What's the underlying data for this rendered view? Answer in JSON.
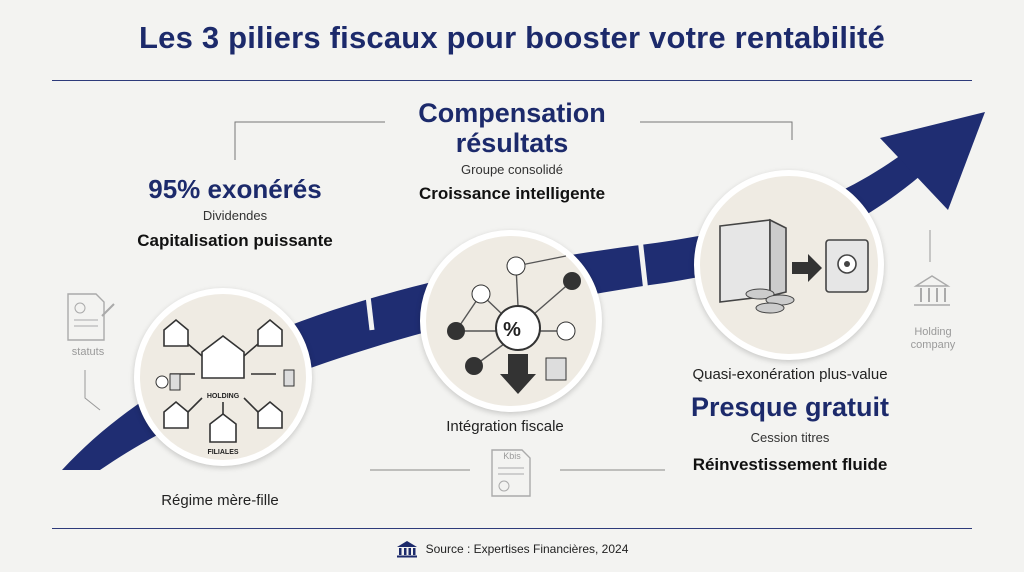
{
  "title": "Les 3 piliers fiscaux pour booster votre rentabilité",
  "pillar_left": {
    "headline": "95% exonérés",
    "sub": "Dividendes",
    "tagline": "Capitalisation puissante",
    "caption": "Régime mère-fille",
    "icon_holding": "HOLDING",
    "icon_filiales": "FILIALES"
  },
  "pillar_center": {
    "headline_line1": "Compensation",
    "headline_line2": "résultats",
    "sub": "Groupe consolidé",
    "tagline": "Croissance intelligente",
    "caption": "Intégration fiscale"
  },
  "pillar_right": {
    "caption": "Quasi-exonération plus-value",
    "headline": "Presque gratuit",
    "sub": "Cession titres",
    "tagline": "Réinvestissement fluide"
  },
  "decor": {
    "statuts": "statuts",
    "kbis": "Kbis",
    "holding_company_1": "Holding",
    "holding_company_2": "company"
  },
  "footer": {
    "source": "Source : Expertises Financières, 2024"
  },
  "colors": {
    "navy": "#1c2a6b",
    "arrow": "#1f2d72",
    "bg": "#f3f3f1"
  }
}
